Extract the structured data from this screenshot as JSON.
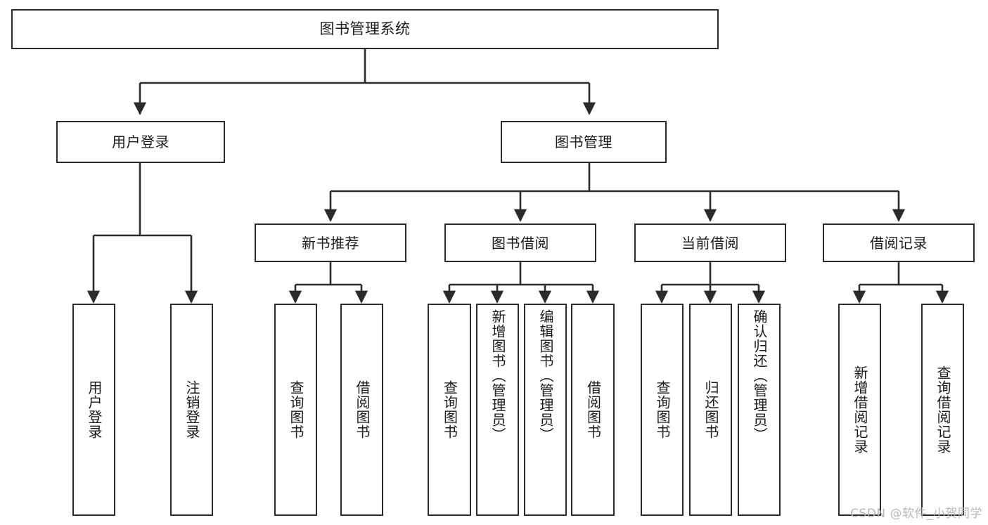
{
  "diagram": {
    "title": "图书管理系统",
    "type": "hierarchy-tree",
    "colors": {
      "box_border": "#2b2b2b",
      "box_fill": "#ffffff",
      "line": "#2b2b2b",
      "text": "#1a1a1a",
      "watermark": "#b8b8b8",
      "background": "#ffffff"
    },
    "levels": {
      "root": {
        "label": "图书管理系统"
      },
      "level2": [
        {
          "label": "用户登录"
        },
        {
          "label": "图书管理"
        }
      ],
      "level3": [
        {
          "label": "新书推荐"
        },
        {
          "label": "图书借阅"
        },
        {
          "label": "当前借阅"
        },
        {
          "label": "借阅记录"
        }
      ],
      "leaves": {
        "user_login": [
          {
            "label": "用户登录"
          },
          {
            "label": "注销登录"
          }
        ],
        "new_book_recommend": [
          {
            "label": "查询图书"
          },
          {
            "label": "借阅图书"
          }
        ],
        "book_borrow": [
          {
            "label": "查询图书"
          },
          {
            "label": "新增图书（管理员）"
          },
          {
            "label": "编辑图书（管理员）"
          },
          {
            "label": "借阅图书"
          }
        ],
        "current_borrow": [
          {
            "label": "查询图书"
          },
          {
            "label": "归还图书"
          },
          {
            "label": "确认归还（管理员）"
          }
        ],
        "borrow_record": [
          {
            "label": "新增借阅记录"
          },
          {
            "label": "查询借阅记录"
          }
        ]
      }
    }
  },
  "watermark": {
    "text": "CSDN @软件_小贺同学"
  }
}
